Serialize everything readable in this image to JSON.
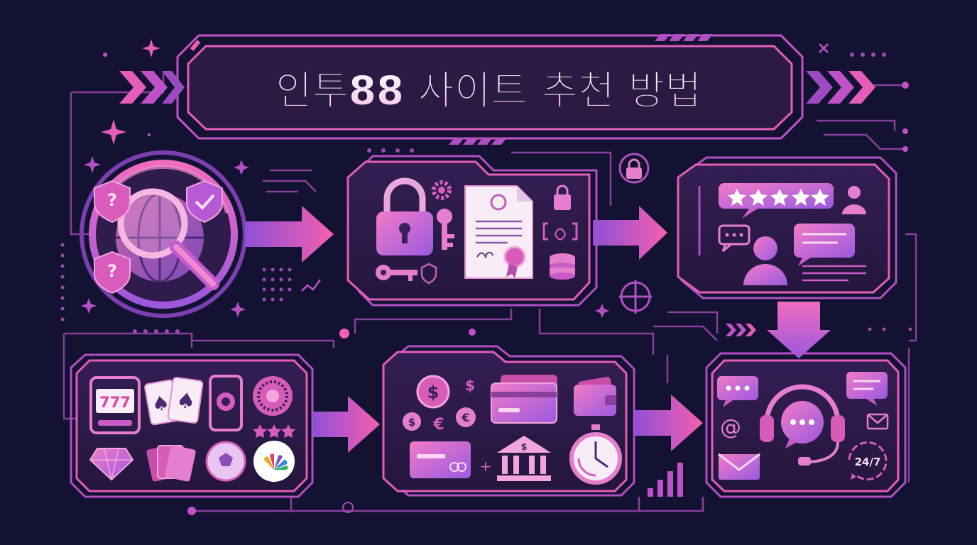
{
  "title": "인투88 사이트 추천 방법",
  "labels": {
    "slot": "777",
    "dollar": "$",
    "euro": "€",
    "at": "@",
    "support_hours": "24/7"
  },
  "colors": {
    "background": "#141232",
    "panel": "#2a1a45",
    "pink": "#f25fb0",
    "purple": "#9b5ce0",
    "light_pink": "#f7b3d9",
    "line": "#b04fb9"
  },
  "steps": [
    {
      "name": "search-verify",
      "icons": [
        "globe-icon",
        "magnifier-icon",
        "shield-check-icon",
        "question-shield-icon"
      ]
    },
    {
      "name": "license-security",
      "icons": [
        "padlock-icon",
        "key-icon",
        "certificate-icon",
        "database-icon"
      ]
    },
    {
      "name": "reviews",
      "icons": [
        "rating-stars-icon",
        "user-icon",
        "chat-bubble-icon"
      ]
    },
    {
      "name": "game-variety",
      "icons": [
        "slot-machine-icon",
        "playing-cards-icon",
        "roulette-icon",
        "soccer-ball-icon",
        "diamond-icon"
      ]
    },
    {
      "name": "payment-methods",
      "icons": [
        "coin-icon",
        "credit-card-icon",
        "wallet-icon",
        "bank-icon",
        "stopwatch-icon"
      ]
    },
    {
      "name": "customer-support",
      "icons": [
        "headset-icon",
        "email-icon",
        "chat-bubble-icon",
        "clock-24-icon"
      ]
    }
  ]
}
